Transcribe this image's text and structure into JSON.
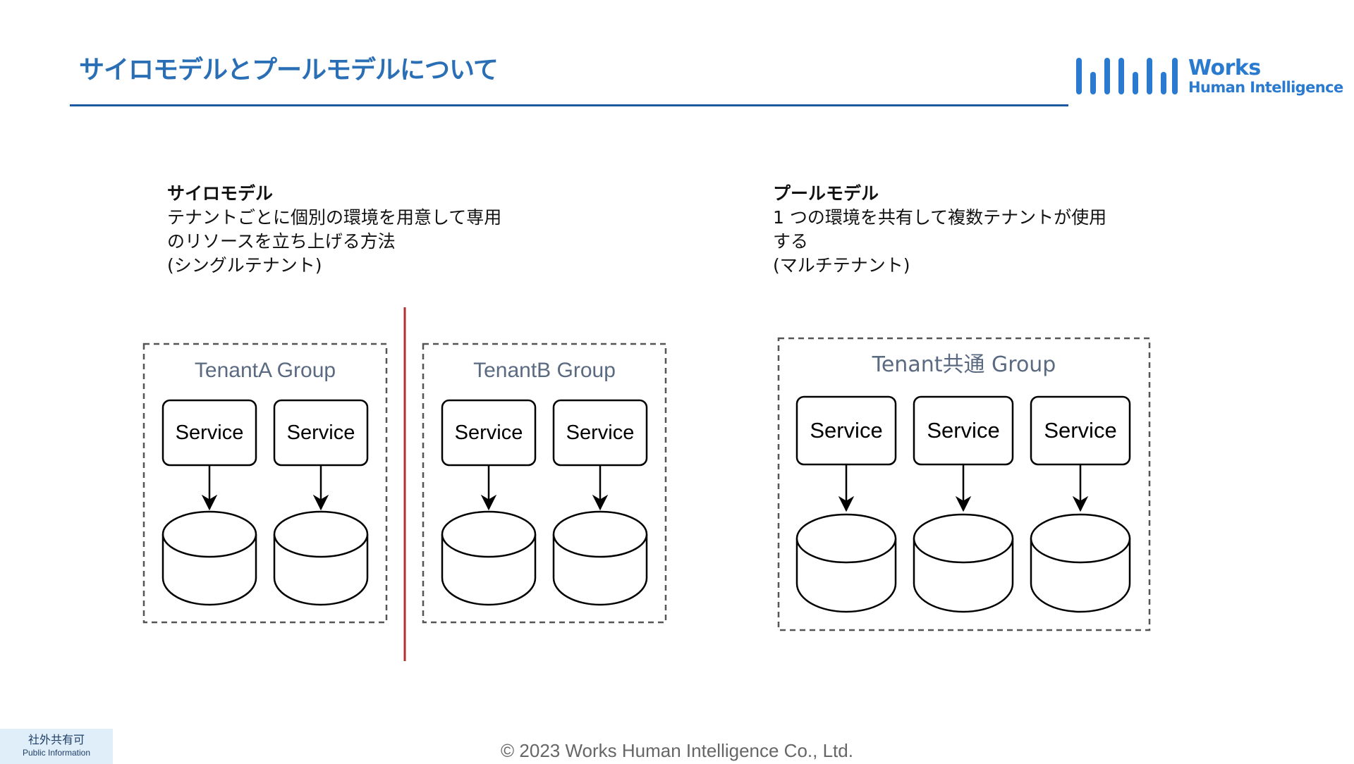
{
  "header": {
    "title": "サイロモデルとプールモデルについて",
    "accent_color": "#1c5aa0"
  },
  "logo": {
    "brand": "Works",
    "subtitle": "Human Intelligence",
    "color": "#2a7ad0"
  },
  "silo": {
    "heading": "サイロモデル",
    "lines": [
      "テナントごとに個別の環境を用意して専用",
      "のリソースを立ち上げる方法",
      "(シングルテナント)"
    ]
  },
  "pool": {
    "heading": "プールモデル",
    "lines": [
      "1 つの環境を共有して複数テナントが使用",
      "する",
      "(マルチテナント)"
    ]
  },
  "diagram": {
    "groups": [
      {
        "label": "TenantA Group",
        "services": [
          "Service",
          "Service"
        ]
      },
      {
        "label": "TenantB Group",
        "services": [
          "Service",
          "Service"
        ]
      },
      {
        "label": "Tenant共通 Group",
        "services": [
          "Service",
          "Service",
          "Service"
        ]
      }
    ],
    "divider_color": "#b03030",
    "group_label_color": "#5a6a80"
  },
  "footer": {
    "copyright": "© 2023 Works Human Intelligence Co., Ltd."
  },
  "badge": {
    "jp": "社外共有可",
    "en": "Public Information"
  }
}
